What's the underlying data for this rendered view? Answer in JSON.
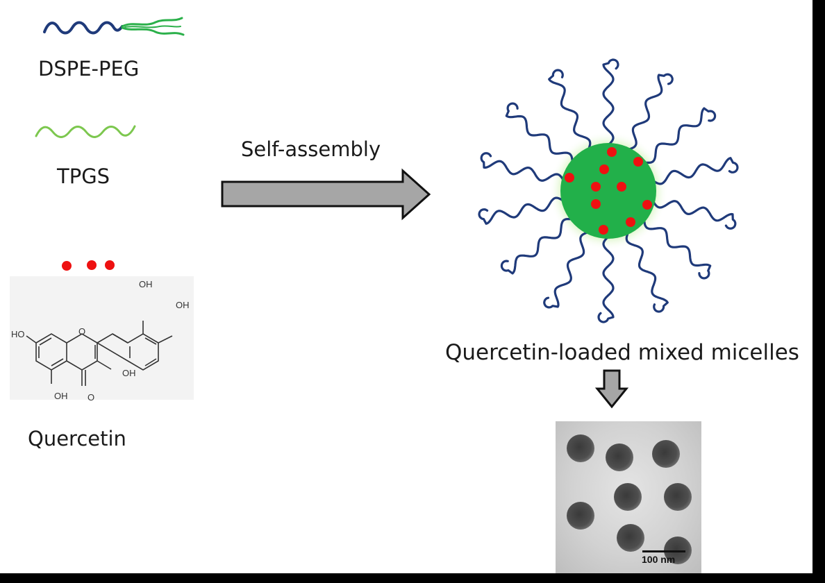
{
  "labels": {
    "dspe_peg": "DSPE-PEG",
    "tpgs": "TPGS",
    "quercetin": "Quercetin",
    "self_assembly": "Self-assembly",
    "micelles": "Quercetin-loaded mixed micelles"
  },
  "structure": {
    "oh_top": "OH",
    "oh_right": "OH",
    "ho_left": "HO",
    "oh_mid": "OH",
    "oh_bottom": "OH",
    "ring_o": "O",
    "carbonyl_o": "O"
  },
  "tem": {
    "scale_label": "100 nm"
  },
  "colors": {
    "peg_chain": "#1f3a7a",
    "tpgs_chain": "#7cc74e",
    "dspe_tail": "#2bb04a",
    "drug_dot": "#ee1111",
    "micelle_core": "#22b04a",
    "arrow_fill": "#a6a6a6"
  },
  "icons": [
    "dspe-peg-molecule-icon",
    "tpgs-molecule-icon",
    "quercetin-structure-icon",
    "micelle-icon",
    "tem-image"
  ]
}
